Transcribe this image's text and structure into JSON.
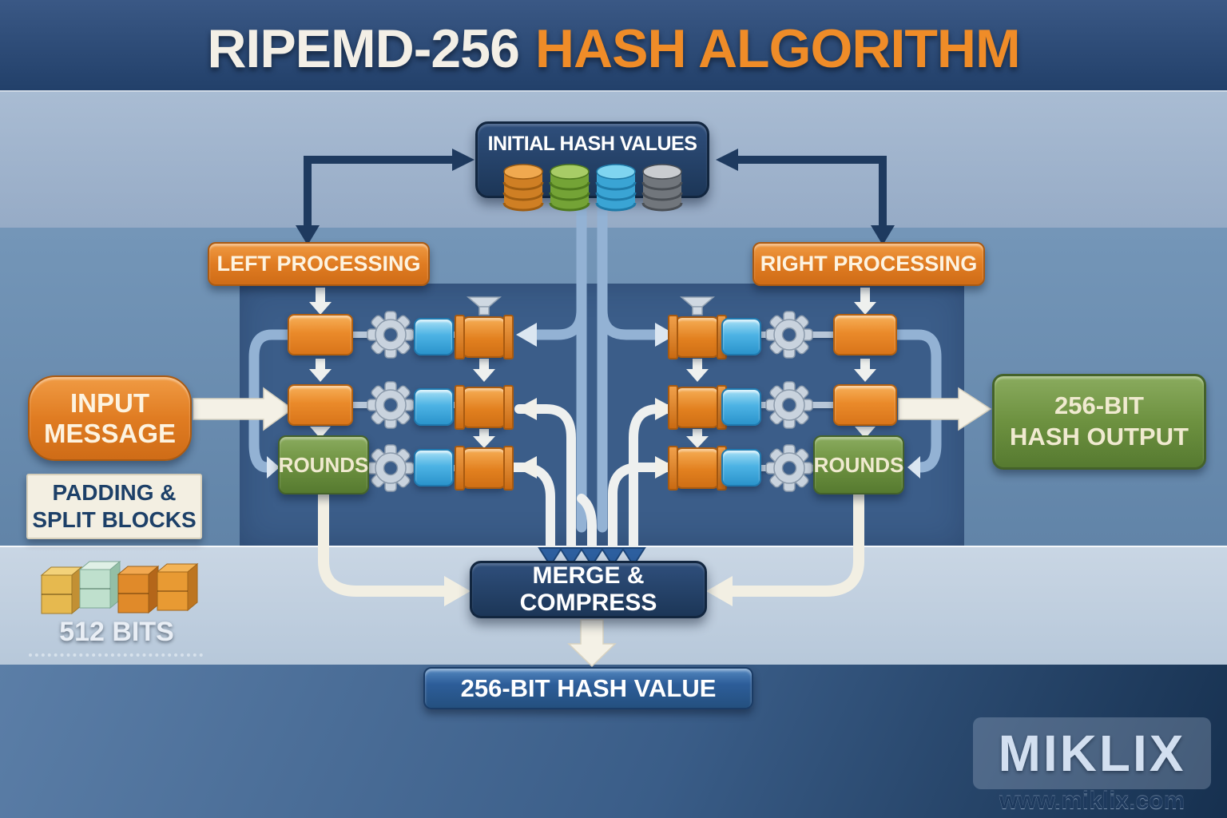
{
  "title": {
    "white_part": "RIPEMD-256",
    "orange_part": "HASH ALGORITHM"
  },
  "diagram": {
    "initial_hash_label": "INITIAL HASH VALUES",
    "left_processing_label": "LEFT PROCESSING",
    "right_processing_label": "RIGHT PROCESSING",
    "rounds_label": "ROUNDS",
    "input_message_line1": "INPUT",
    "input_message_line2": "MESSAGE",
    "padding_line1": "PADDING &",
    "padding_line2": "SPLIT BLOCKS",
    "bits_label": "512 BITS",
    "merge_label": "MERGE & COMPRESS",
    "hash_value_label": "256-BIT HASH VALUE",
    "hash_output_line1": "256-BIT",
    "hash_output_line2": "HASH OUTPUT"
  },
  "watermark": {
    "brand": "MIKLIX",
    "url": "www.miklix.com"
  },
  "icons": {
    "hash_state": "database-cylinder-icon",
    "round_function": "gear-icon",
    "message_word": "message-word-block",
    "chaining_variable": "pipeline-valve-block",
    "funnel": "funnel-icon",
    "message_chunk": "data-cube-icon"
  },
  "colors": {
    "orange": "#e8832a",
    "navy": "#1e3a5f",
    "panel_blue": "#3b5d89",
    "green": "#6d9140",
    "sky_blue": "#4db3e4",
    "hash_value_blue": "#2d5d99",
    "cream": "#f2efe3",
    "steel": "#93b2d4"
  }
}
